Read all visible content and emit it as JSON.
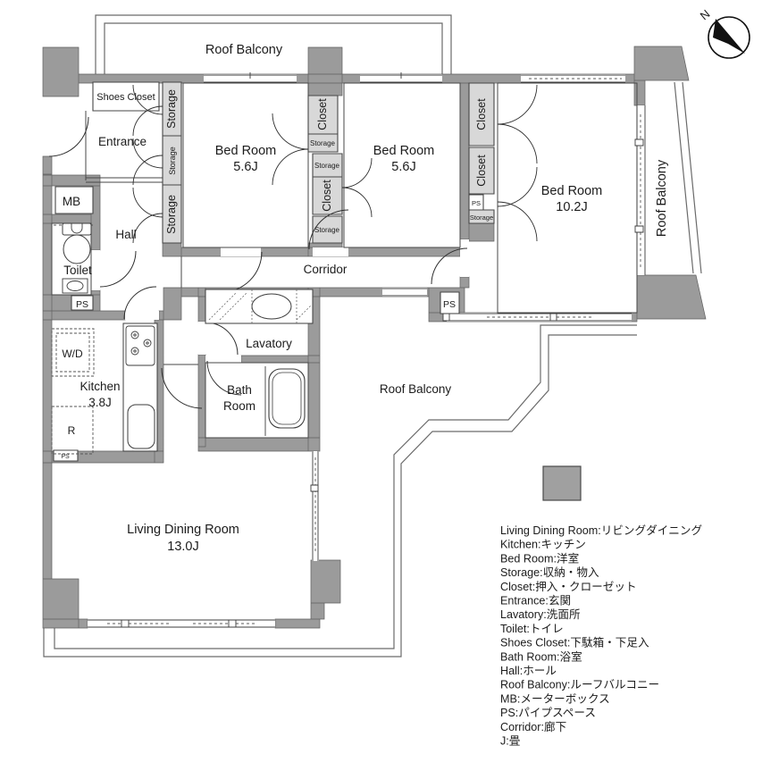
{
  "title": "Apartment floor plan",
  "labels": {
    "roof_balcony": "Roof Balcony",
    "shoes_closet": "Shoes Closet",
    "entrance": "Entrance",
    "storage": "Storage",
    "closet": "Closet",
    "bed_room": "Bed Room",
    "bed1_size": "5.6J",
    "bed2_size": "5.6J",
    "bed3_size": "10.2J",
    "mb": "MB",
    "hall": "Hall",
    "toilet": "Toilet",
    "ps": "PS",
    "wd": "W/D",
    "kitchen": "Kitchen",
    "kitchen_size": "3.8J",
    "refrigerator": "R",
    "corridor": "Corridor",
    "lavatory": "Lavatory",
    "bath_line1": "Bath",
    "bath_line2": "Room",
    "living_dining": "Living Dining Room",
    "living_dining_size": "13.0J",
    "north": "N"
  },
  "legend": {
    "lines": [
      "Living Dining Room:リビングダイニング",
      "Kitchen:キッチン",
      "Bed Room:洋室",
      "Storage:収納・物入",
      "Closet:押入・クローゼット",
      "Entrance:玄関",
      "Lavatory:洗面所",
      "Toilet:トイレ",
      "Shoes Closet:下駄箱・下足入",
      "Bath Room:浴室",
      "Hall:ホール",
      "Roof Balcony:ルーフバルコニー",
      "MB:メーターボックス",
      "PS:パイプスペース",
      "Corridor:廊下",
      "J:畳"
    ]
  },
  "colors": {
    "wall": "#9b9b9b",
    "closet": "#d8d8d8",
    "swatch": "#a0a0a0",
    "line": "#3c3c3c"
  }
}
